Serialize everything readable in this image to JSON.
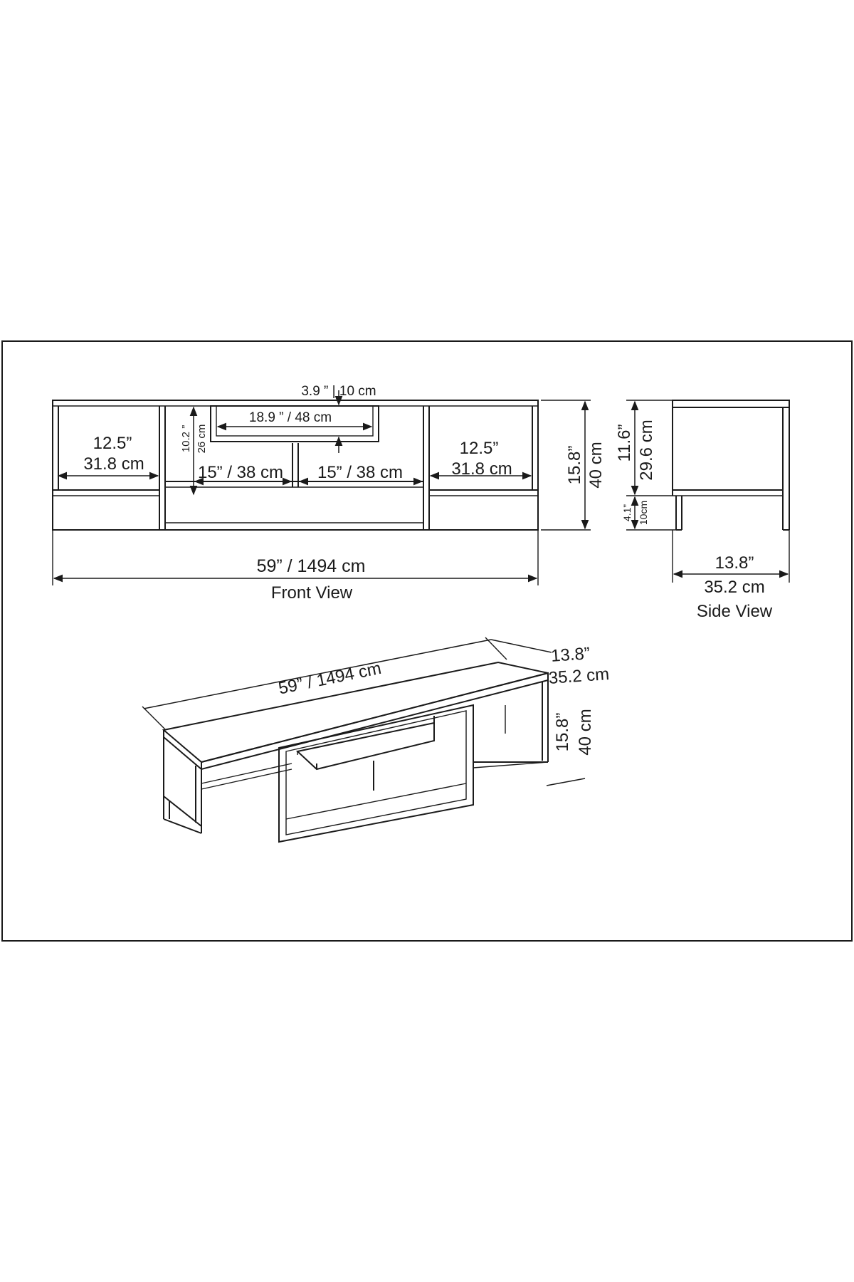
{
  "front_view": {
    "title": "Front View",
    "top_gap": "3.9 ” | 10 cm",
    "upper_shelf_width": "18.9 ” / 48 cm",
    "upper_height_in": "10.2 ”",
    "upper_height_cm": "26 cm",
    "left_width_in": "12.5”",
    "left_width_cm": "31.8 cm",
    "center_left": "15” / 38 cm",
    "center_right": "15” / 38 cm",
    "right_width_in": "12.5”",
    "right_width_cm": "31.8 cm",
    "height_in": "15.8”",
    "height_cm": "40 cm",
    "total_width": "59” / 1494 cm"
  },
  "side_view": {
    "title": "Side View",
    "upper_in": "11.6”",
    "upper_cm": "29.6 cm",
    "leg_in": "4.1”",
    "leg_cm": "10cm",
    "depth_in": "13.8”",
    "depth_cm": "35.2 cm"
  },
  "iso_view": {
    "width": "59” / 1494 cm",
    "depth_in": "13.8”",
    "depth_cm": "35.2 cm",
    "height_in": "15.8”",
    "height_cm": "40 cm"
  }
}
